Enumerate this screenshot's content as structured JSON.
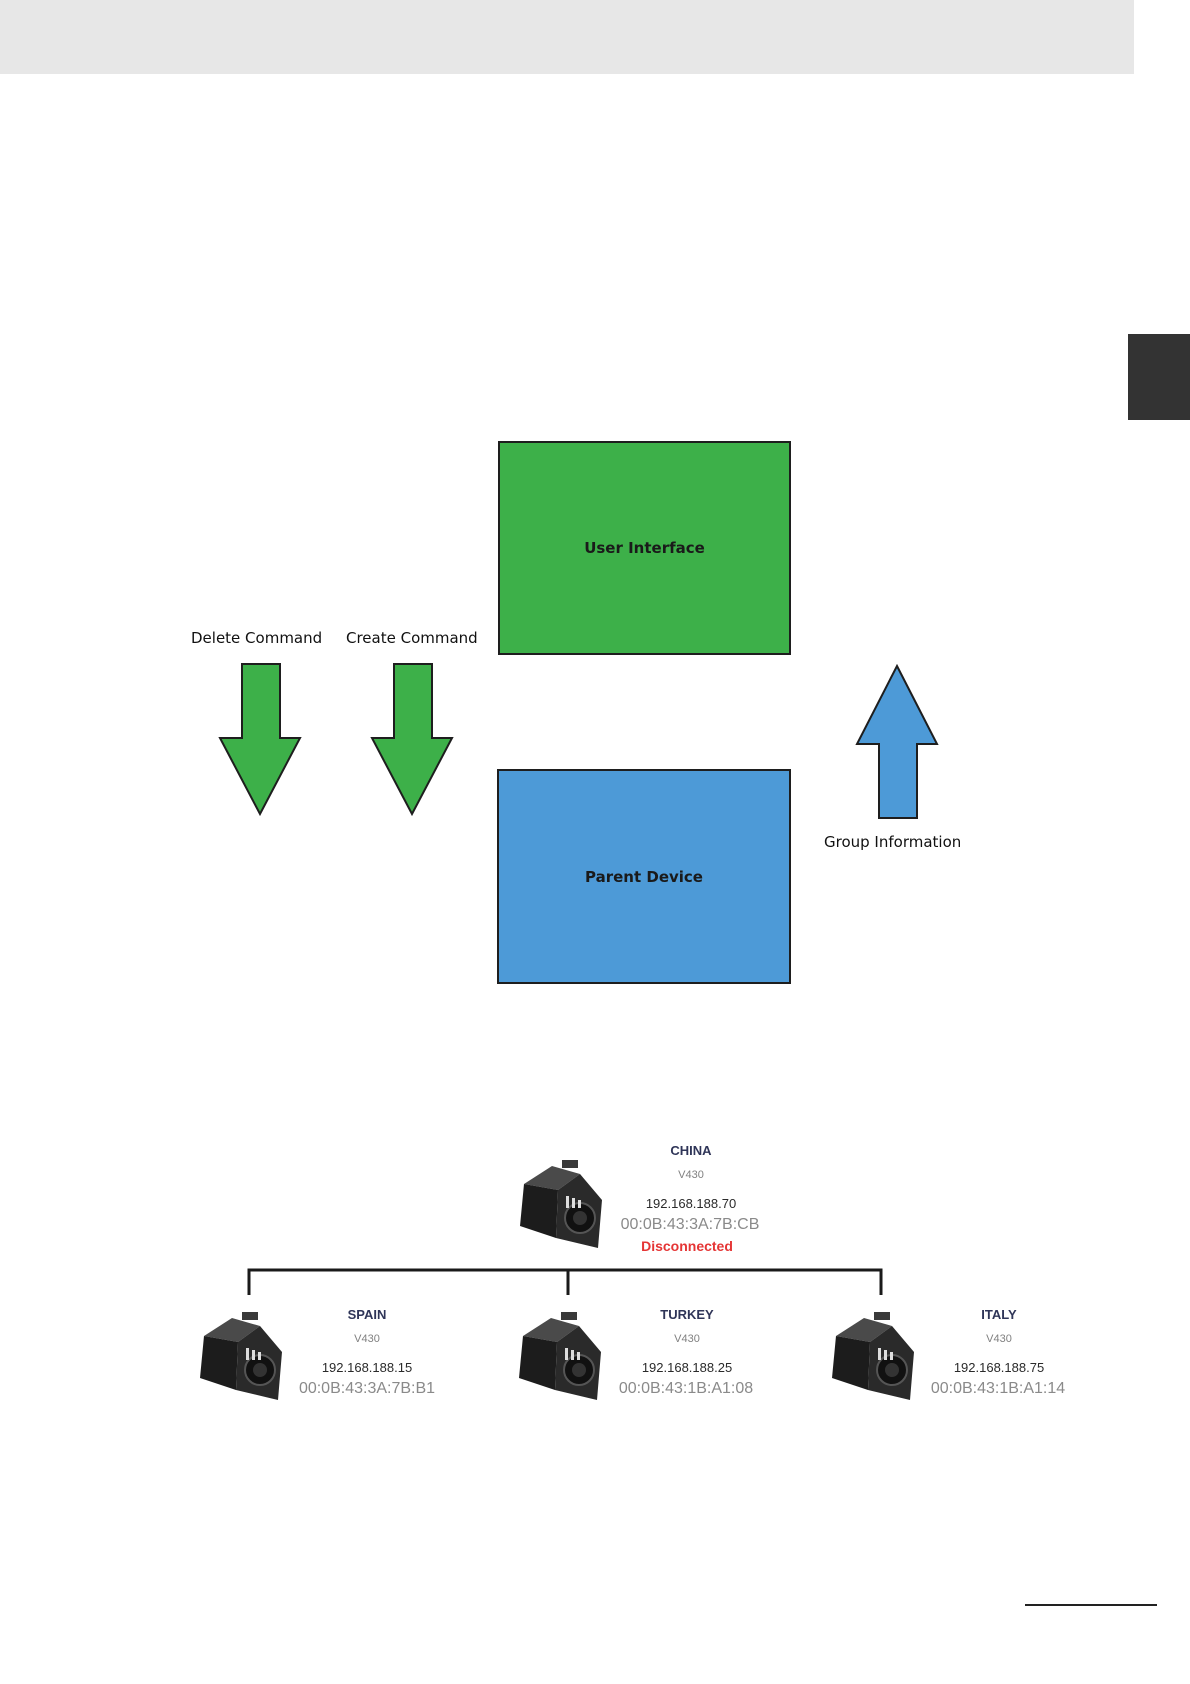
{
  "diagram": {
    "boxes": {
      "user_interface": "User Interface",
      "parent_device": "Parent Device"
    },
    "arrows": {
      "delete_command": "Delete Command",
      "create_command": "Create Command",
      "group_information": "Group Information"
    },
    "colors": {
      "ui_green": "#3db049",
      "device_blue": "#4d9ad7",
      "status_red": "#e53535"
    }
  },
  "network": {
    "parent": {
      "name": "CHINA",
      "model": "V430",
      "ip": "192.168.188.70",
      "mac": "00:0B:43:3A:7B:CB",
      "status": "Disconnected"
    },
    "children": [
      {
        "name": "SPAIN",
        "model": "V430",
        "ip": "192.168.188.15",
        "mac": "00:0B:43:3A:7B:B1"
      },
      {
        "name": "TURKEY",
        "model": "V430",
        "ip": "192.168.188.25",
        "mac": "00:0B:43:1B:A1:08"
      },
      {
        "name": "ITALY",
        "model": "V430",
        "ip": "192.168.188.75",
        "mac": "00:0B:43:1B:A1:14"
      }
    ]
  }
}
